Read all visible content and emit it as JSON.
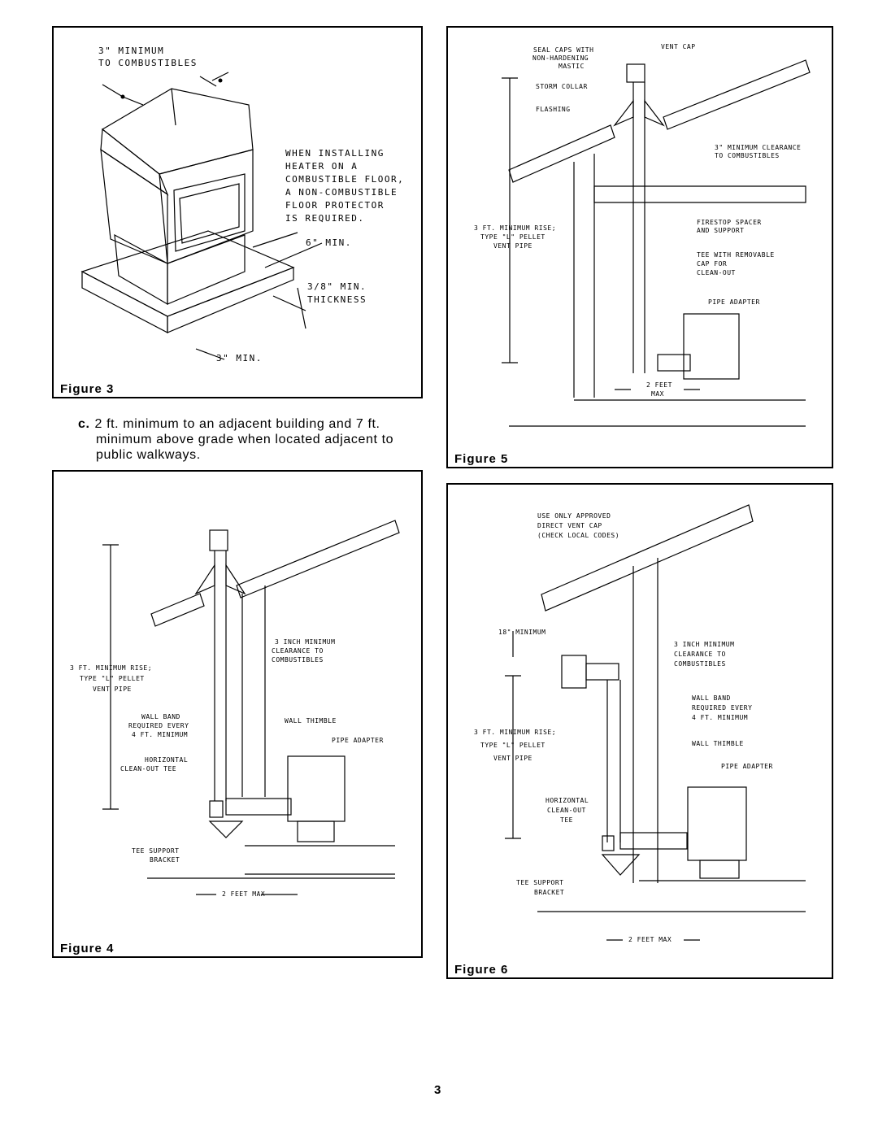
{
  "figure3": {
    "caption": "Figure 3",
    "labels": {
      "min_combustibles_1": "3\" MINIMUM",
      "min_combustibles_2": "TO COMBUSTIBLES",
      "install_1": "WHEN INSTALLING",
      "install_2": "HEATER ON A",
      "install_3": "COMBUSTIBLE FLOOR,",
      "install_4": "A NON-COMBUSTIBLE",
      "install_5": "FLOOR PROTECTOR",
      "install_6": "IS REQUIRED.",
      "six_min": "6\" MIN.",
      "thickness_1": "3/8\" MIN.",
      "thickness_2": "THICKNESS",
      "three_min": "3\" MIN."
    }
  },
  "paragraph": {
    "marker": "c.",
    "line1": "2 ft. minimum to an adjacent building and 7 ft.",
    "line2": "minimum above grade when located adjacent to",
    "line3": "public walkways."
  },
  "figure4": {
    "caption": "Figure 4",
    "labels": {
      "clearance_1": "3 INCH MINIMUM",
      "clearance_2": "CLEARANCE TO",
      "clearance_3": "COMBUSTIBLES",
      "rise_1": "3 FT. MINIMUM RISE;",
      "rise_2": "TYPE \"L\" PELLET",
      "rise_3": "VENT PIPE",
      "band_1": "WALL BAND",
      "band_2": "REQUIRED EVERY",
      "band_3": "4 FT. MINIMUM",
      "thimble": "WALL THIMBLE",
      "adapter": "PIPE ADAPTER",
      "tee_1": "HORIZONTAL",
      "tee_2": "CLEAN-OUT TEE",
      "support_1": "TEE SUPPORT",
      "support_2": "BRACKET",
      "max": "2 FEET MAX"
    }
  },
  "figure5": {
    "caption": "Figure 5",
    "labels": {
      "seal_1": "SEAL CAPS WITH",
      "seal_2": "NON-HARDENING",
      "seal_3": "MASTIC",
      "vent_cap": "VENT CAP",
      "collar": "STORM COLLAR",
      "flashing": "FLASHING",
      "clear_1": "3\" MINIMUM CLEARANCE",
      "clear_2": "TO COMBUSTIBLES",
      "rise_1": "3 FT. MINIMUM RISE;",
      "rise_2": "TYPE \"L\" PELLET",
      "rise_3": "VENT PIPE",
      "fire_1": "FIRESTOP SPACER",
      "fire_2": "AND SUPPORT",
      "tee_1": "TEE WITH REMOVABLE",
      "tee_2": "CAP FOR",
      "tee_3": "CLEAN-OUT",
      "adapter": "PIPE ADAPTER",
      "max_1": "2 FEET",
      "max_2": "MAX"
    }
  },
  "figure6": {
    "caption": "Figure 6",
    "labels": {
      "use_1": "USE ONLY APPROVED",
      "use_2": "DIRECT VENT CAP",
      "use_3": "(CHECK LOCAL CODES)",
      "eighteen": "18\" MINIMUM",
      "clear_1": "3 INCH MINIMUM",
      "clear_2": "CLEARANCE TO",
      "clear_3": "COMBUSTIBLES",
      "band_1": "WALL BAND",
      "band_2": "REQUIRED EVERY",
      "band_3": "4 FT. MINIMUM",
      "rise_1": "3 FT. MINIMUM RISE;",
      "rise_2": "TYPE \"L\" PELLET",
      "rise_3": "VENT PIPE",
      "thimble": "WALL THIMBLE",
      "adapter": "PIPE ADAPTER",
      "tee_1": "HORIZONTAL",
      "tee_2": "CLEAN-OUT",
      "tee_3": "TEE",
      "support_1": "TEE SUPPORT",
      "support_2": "BRACKET",
      "max": "2 FEET MAX"
    }
  },
  "page_number": "3"
}
